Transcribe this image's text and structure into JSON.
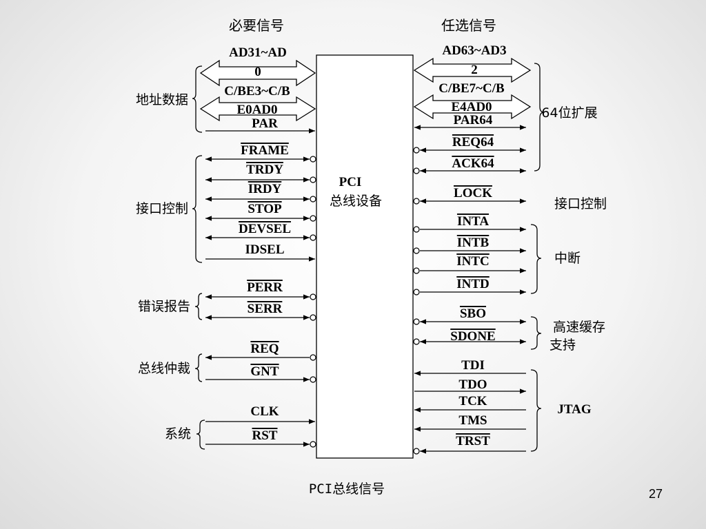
{
  "header": {
    "required": "必要信号",
    "optional": "任选信号"
  },
  "device": {
    "line1": "PCI",
    "line2": "总线设备"
  },
  "caption": "PCI总线信号",
  "page_number": "27",
  "left_groups": [
    "地址数据",
    "接口控制",
    "错误报告",
    "总线仲裁",
    "系统"
  ],
  "right_groups": [
    "64位扩展",
    "接口控制",
    "中断",
    "高速缓存",
    "支持",
    "JTAG"
  ],
  "left_signals": {
    "ad_bus": [
      "AD31~AD",
      "0"
    ],
    "cbe_bus": [
      "C/BE3~C/B",
      "E0AD0"
    ],
    "par": "PAR",
    "frame": "FRAME",
    "trdy": "TRDY",
    "irdy": "IRDY",
    "stop": "STOP",
    "devsel": "DEVSEL",
    "idsel": "IDSEL",
    "perr": "PERR",
    "serr": "SERR",
    "req": "REQ",
    "gnt": "GNT",
    "clk": "CLK",
    "rst": "RST"
  },
  "right_signals": {
    "ad_bus": [
      "AD63~AD3",
      "2"
    ],
    "cbe_bus": [
      "C/BE7~C/B",
      "E4AD0"
    ],
    "par64": "PAR64",
    "req64": "REQ64",
    "ack64": "ACK64",
    "lock": "LOCK",
    "inta": "INTA",
    "intb": "INTB",
    "intc": "INTC",
    "intd": "INTD",
    "sbo": "SBO",
    "sdone": "SDONE",
    "tdi": "TDI",
    "tdo": "TDO",
    "tck": "TCK",
    "tms": "TMS",
    "trst": "TRST"
  }
}
